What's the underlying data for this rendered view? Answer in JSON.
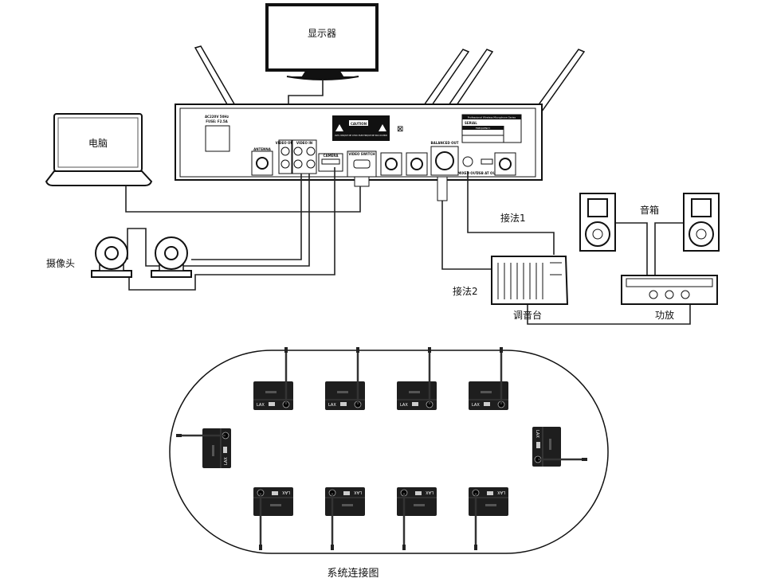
{
  "labels": {
    "monitor": "显示器",
    "computer": "电脑",
    "camera": "摄像头",
    "method1": "接法1",
    "method2": "接法2",
    "mixer": "调音台",
    "speaker": "音箱",
    "amplifier": "功放",
    "caption": "系统连接图"
  },
  "unit": {
    "power": "AC220V 50Hz",
    "fuse": "FUSE: F2.5A",
    "caution": "CAUTION",
    "caution_fr": "AVIS: RISQUE DE CHOC ELECTRIQUE NE PAS OUVRIR",
    "video_out": "VIDEO OUT",
    "video_in": "VIDEO IN",
    "camera": "CAMERA",
    "video_switch": "VIDEO SWITCH",
    "antenna": "ANTENNA",
    "balanced_out": "BALANCED OUT",
    "mixed_out": "MIXED OUT",
    "usb_out": "USB AT OUT",
    "series": "Professional Wireless Microphone Series",
    "serial": "SERIAL",
    "frequency": "FREQUENCY"
  },
  "mic_brand": "LAX",
  "colors": {
    "line": "#222222",
    "unit_dark": "#1e1e1e"
  }
}
